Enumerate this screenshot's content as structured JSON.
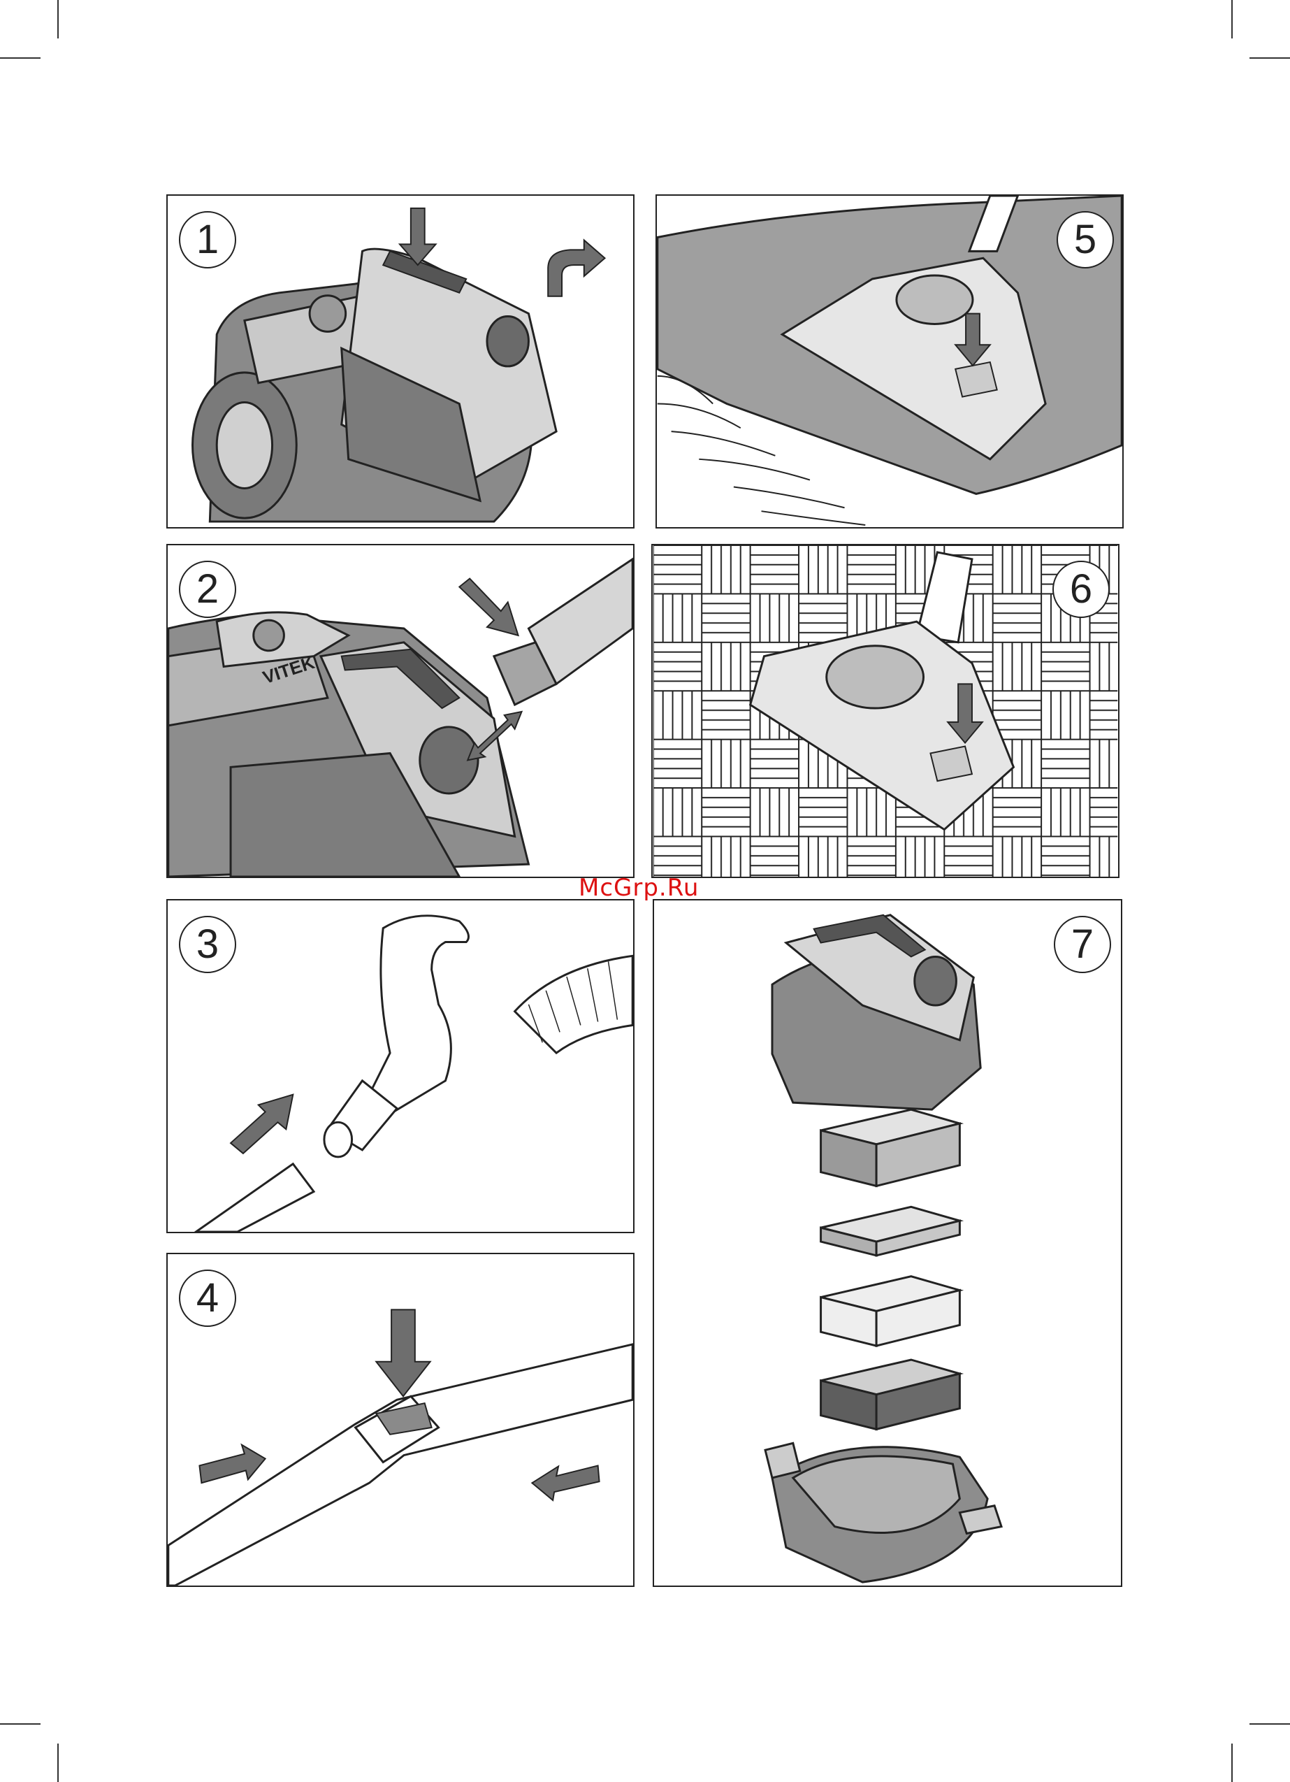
{
  "panels": [
    {
      "number": "1"
    },
    {
      "number": "2"
    },
    {
      "number": "3"
    },
    {
      "number": "4"
    },
    {
      "number": "5"
    },
    {
      "number": "6"
    },
    {
      "number": "7"
    }
  ],
  "brand": {
    "logo": "VITEK"
  },
  "watermark": "McGrp.Ru",
  "colors": {
    "arrow": "#6e6e6e",
    "body_dark": "#7d7d7d",
    "body_mid": "#a9a9a9",
    "body_light": "#d4d4d4",
    "carpet": "#9f9f9f",
    "watermark": "#dd1111"
  },
  "icons": [
    "arrow-down-icon",
    "arrow-curved-icon",
    "double-arrow-icon",
    "arrow-right-icon",
    "arrow-left-icon"
  ]
}
